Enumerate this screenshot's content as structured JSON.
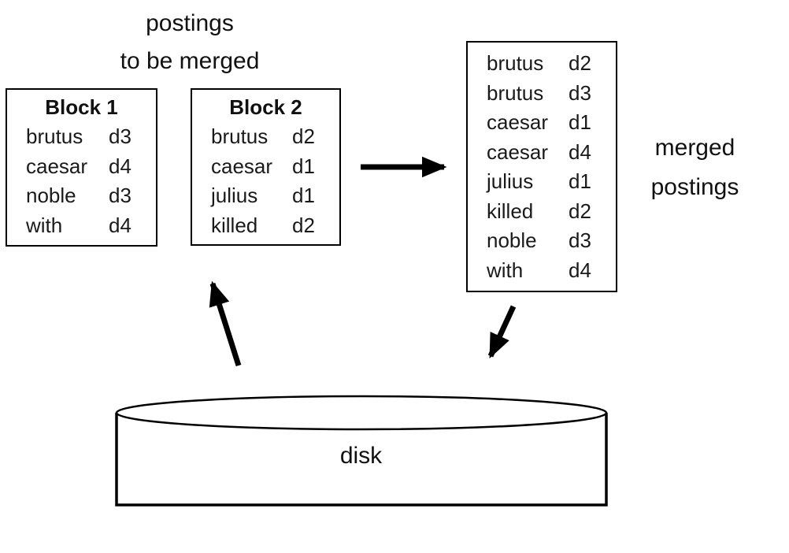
{
  "title": {
    "line1": "postings",
    "line2": "to be merged"
  },
  "blocks": [
    {
      "label": "Block 1",
      "rows": [
        {
          "term": "brutus",
          "doc": "d3"
        },
        {
          "term": "caesar",
          "doc": "d4"
        },
        {
          "term": "noble",
          "doc": "d3"
        },
        {
          "term": "with",
          "doc": "d4"
        }
      ]
    },
    {
      "label": "Block 2",
      "rows": [
        {
          "term": "brutus",
          "doc": "d2"
        },
        {
          "term": "caesar",
          "doc": "d1"
        },
        {
          "term": "julius",
          "doc": "d1"
        },
        {
          "term": "killed",
          "doc": "d2"
        }
      ]
    }
  ],
  "merged": {
    "label": {
      "line1": "merged",
      "line2": "postings"
    },
    "rows": [
      {
        "term": "brutus",
        "doc": "d2"
      },
      {
        "term": "brutus",
        "doc": "d3"
      },
      {
        "term": "caesar",
        "doc": "d1"
      },
      {
        "term": "caesar",
        "doc": "d4"
      },
      {
        "term": "julius",
        "doc": "d1"
      },
      {
        "term": "killed",
        "doc": "d2"
      },
      {
        "term": "noble",
        "doc": "d3"
      },
      {
        "term": "with",
        "doc": "d4"
      }
    ]
  },
  "disk": {
    "label": "disk"
  },
  "colors": {
    "ink": "#000000",
    "background": "#ffffff"
  }
}
